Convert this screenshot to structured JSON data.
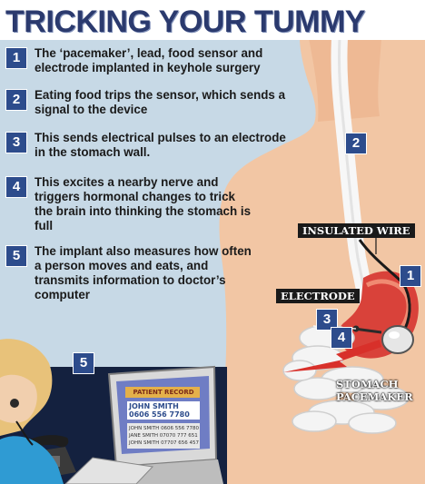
{
  "title": "TRICKING YOUR TUMMY",
  "steps": [
    {
      "num": "1",
      "text": "The ‘pacemaker’, lead, food sensor and electrode implanted in keyhole surgery"
    },
    {
      "num": "2",
      "text": "Eating food trips the sensor, which sends a signal to the device"
    },
    {
      "num": "3",
      "text": "This sends electrical pulses to an electrode in the stomach wall."
    },
    {
      "num": "4",
      "text": "This excites a nearby nerve  and triggers hormonal changes to trick the brain into thinking the stomach is full"
    },
    {
      "num": "5",
      "text": "The implant also measures how often a person moves and eats, and transmits information to doctor’s computer"
    }
  ],
  "labels": {
    "insulated_wire": "INSULATED WIRE",
    "electrode": "ELECTRODE",
    "stomach_pacemaker_1": "STOMACH",
    "stomach_pacemaker_2": "PACEMAKER"
  },
  "diagram_badges": {
    "b1": "1",
    "b2": "2",
    "b3": "3",
    "b4": "4",
    "b5": "5"
  },
  "screen": {
    "header": "PATIENT RECORD",
    "name": "JOHN SMITH",
    "number": "0606 556 7780",
    "row1a": "JOHN SMITH",
    "row1b": "0606 556 7780",
    "row2a": "JANE SMITH",
    "row2b": "07070 777 651",
    "row3a": "JOHN SMITH",
    "row3b": "07707 656 457"
  },
  "colors": {
    "background": "#c7d9e6",
    "body": "#f2c6a4",
    "badge": "#2d4c8c",
    "title": "#2b3a6e"
  }
}
